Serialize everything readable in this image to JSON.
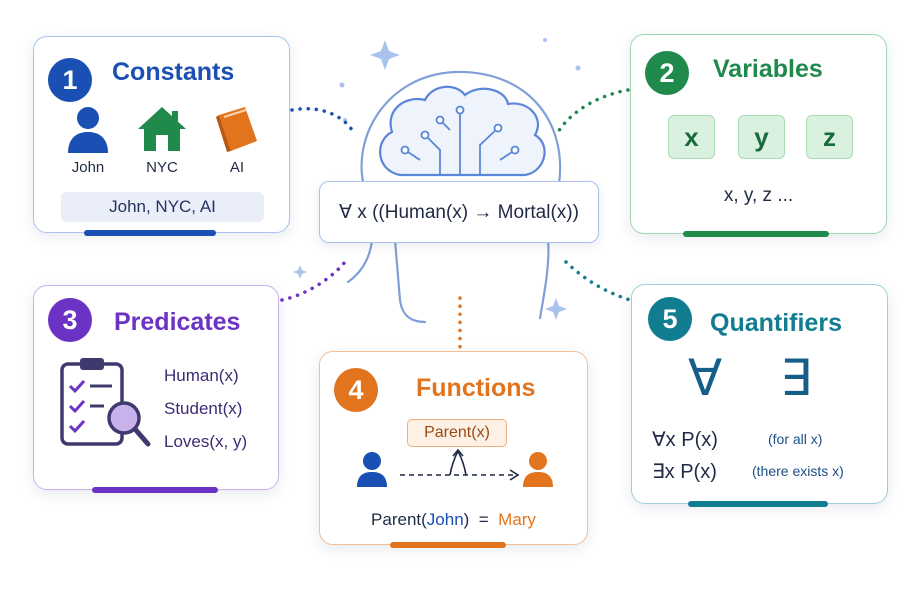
{
  "constants": {
    "number": "1",
    "title": "Constants",
    "items": [
      {
        "label": "John",
        "icon": "person-icon"
      },
      {
        "label": "NYC",
        "icon": "house-icon"
      },
      {
        "label": "AI",
        "icon": "book-icon"
      }
    ],
    "summary": "John, NYC, AI"
  },
  "variables": {
    "number": "2",
    "title": "Variables",
    "items": [
      "x",
      "y",
      "z"
    ],
    "summary": "x, y, z ..."
  },
  "predicates": {
    "number": "3",
    "title": "Predicates",
    "items": [
      "Human(x)",
      "Student(x)",
      "Loves(x, y)"
    ]
  },
  "functions": {
    "number": "4",
    "title": "Functions",
    "function_label": "Parent(x)",
    "equation_prefix": "Parent(",
    "equation_arg": "John",
    "equation_mid": ")  =  ",
    "equation_result": "Mary"
  },
  "quantifiers": {
    "number": "5",
    "title": "Quantifiers",
    "symbols": [
      "∀",
      "∃"
    ],
    "rows": [
      {
        "expr": "∀x  P(x)",
        "note": "(for all x)"
      },
      {
        "expr": "∃x  P(x)",
        "note": "(there exists x)"
      }
    ]
  },
  "formula": "∀ x ((Human(x) → Mortal(x))",
  "colors": {
    "constants": "#1a4fb3",
    "variables": "#1f8a4c",
    "predicates": "#6b32c4",
    "functions": "#e3741e",
    "quantifiers": "#127c90",
    "brain": "#5b86d6"
  }
}
